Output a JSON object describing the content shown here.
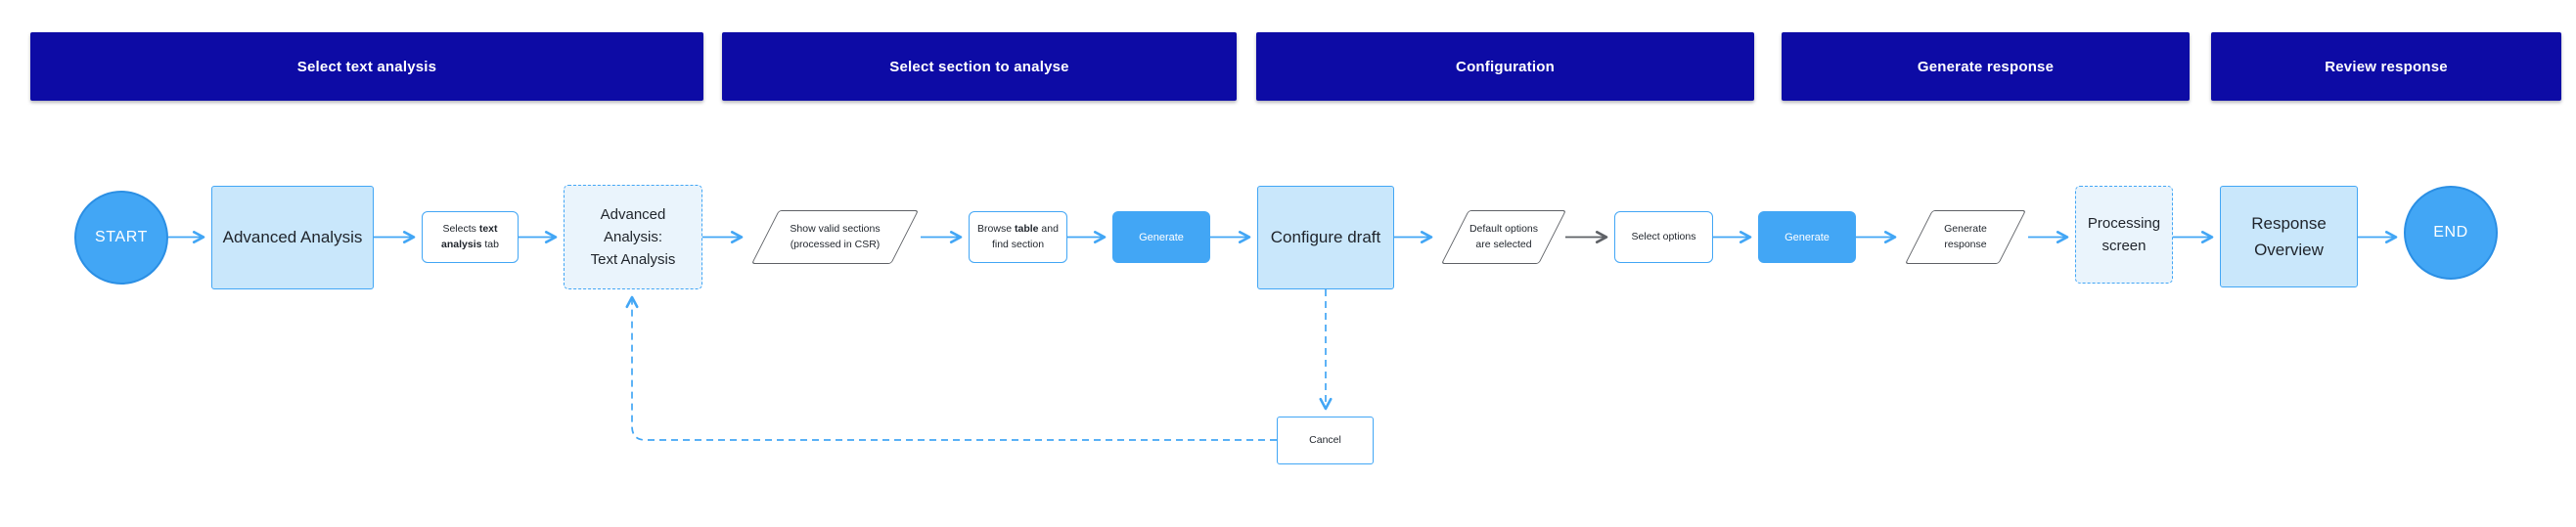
{
  "colors": {
    "header_navy": "#0D0BA5",
    "accent_blue": "#42A6F5",
    "light_blue_fill": "#C9E7FB",
    "pale_blue_fill": "#EAF4FC",
    "gray_connector": "#5E6166",
    "text_dark": "#1F242B"
  },
  "phases": [
    {
      "label": "Select text analysis"
    },
    {
      "label": "Select section to analyse"
    },
    {
      "label": "Configuration"
    },
    {
      "label": "Generate response"
    },
    {
      "label": "Review response"
    }
  ],
  "flow": {
    "start": "START",
    "end": "END",
    "advanced_analysis": "Advanced Analysis",
    "selects_tab": {
      "pre": "Selects ",
      "bold": "text analysis",
      "post": " tab"
    },
    "advanced_text_analysis": "Advanced\nAnalysis:\nText Analysis",
    "show_valid_sections": "Show valid sections\n(processed in CSR)",
    "browse_table": {
      "pre": "Browse ",
      "bold": "table",
      "post": " and find section"
    },
    "generate_button_1": "Generate",
    "configure_draft": "Configure draft",
    "default_options": "Default options\nare selected",
    "select_options": "Select options",
    "generate_button_2": "Generate",
    "generate_response": "Generate\nresponse",
    "processing_screen": "Processing\nscreen",
    "response_overview": "Response\nOverview",
    "cancel": "Cancel"
  }
}
